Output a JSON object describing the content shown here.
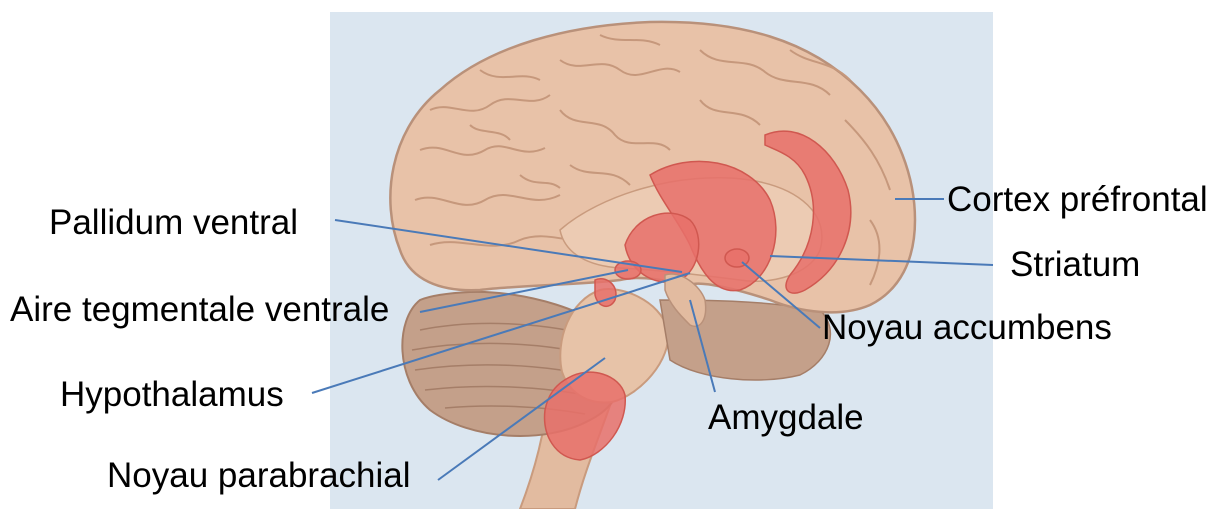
{
  "figure": {
    "panel_bg": "#dbe6f0",
    "leader_color": "#4a7ab8",
    "brain_color": "#e8c2a8",
    "cerebellum_color": "#c4a08a",
    "highlight_color": "#e8706a"
  },
  "labels": {
    "pallidum_ventral": "Pallidum ventral",
    "aire_tegmentale_ventrale": "Aire tegmentale ventrale",
    "hypothalamus": "Hypothalamus",
    "noyau_parabrachial": "Noyau parabrachial",
    "cortex_prefrontal": "Cortex préfrontal",
    "striatum": "Striatum",
    "noyau_accumbens": "Noyau accumbens",
    "amygdale": "Amygdale"
  }
}
